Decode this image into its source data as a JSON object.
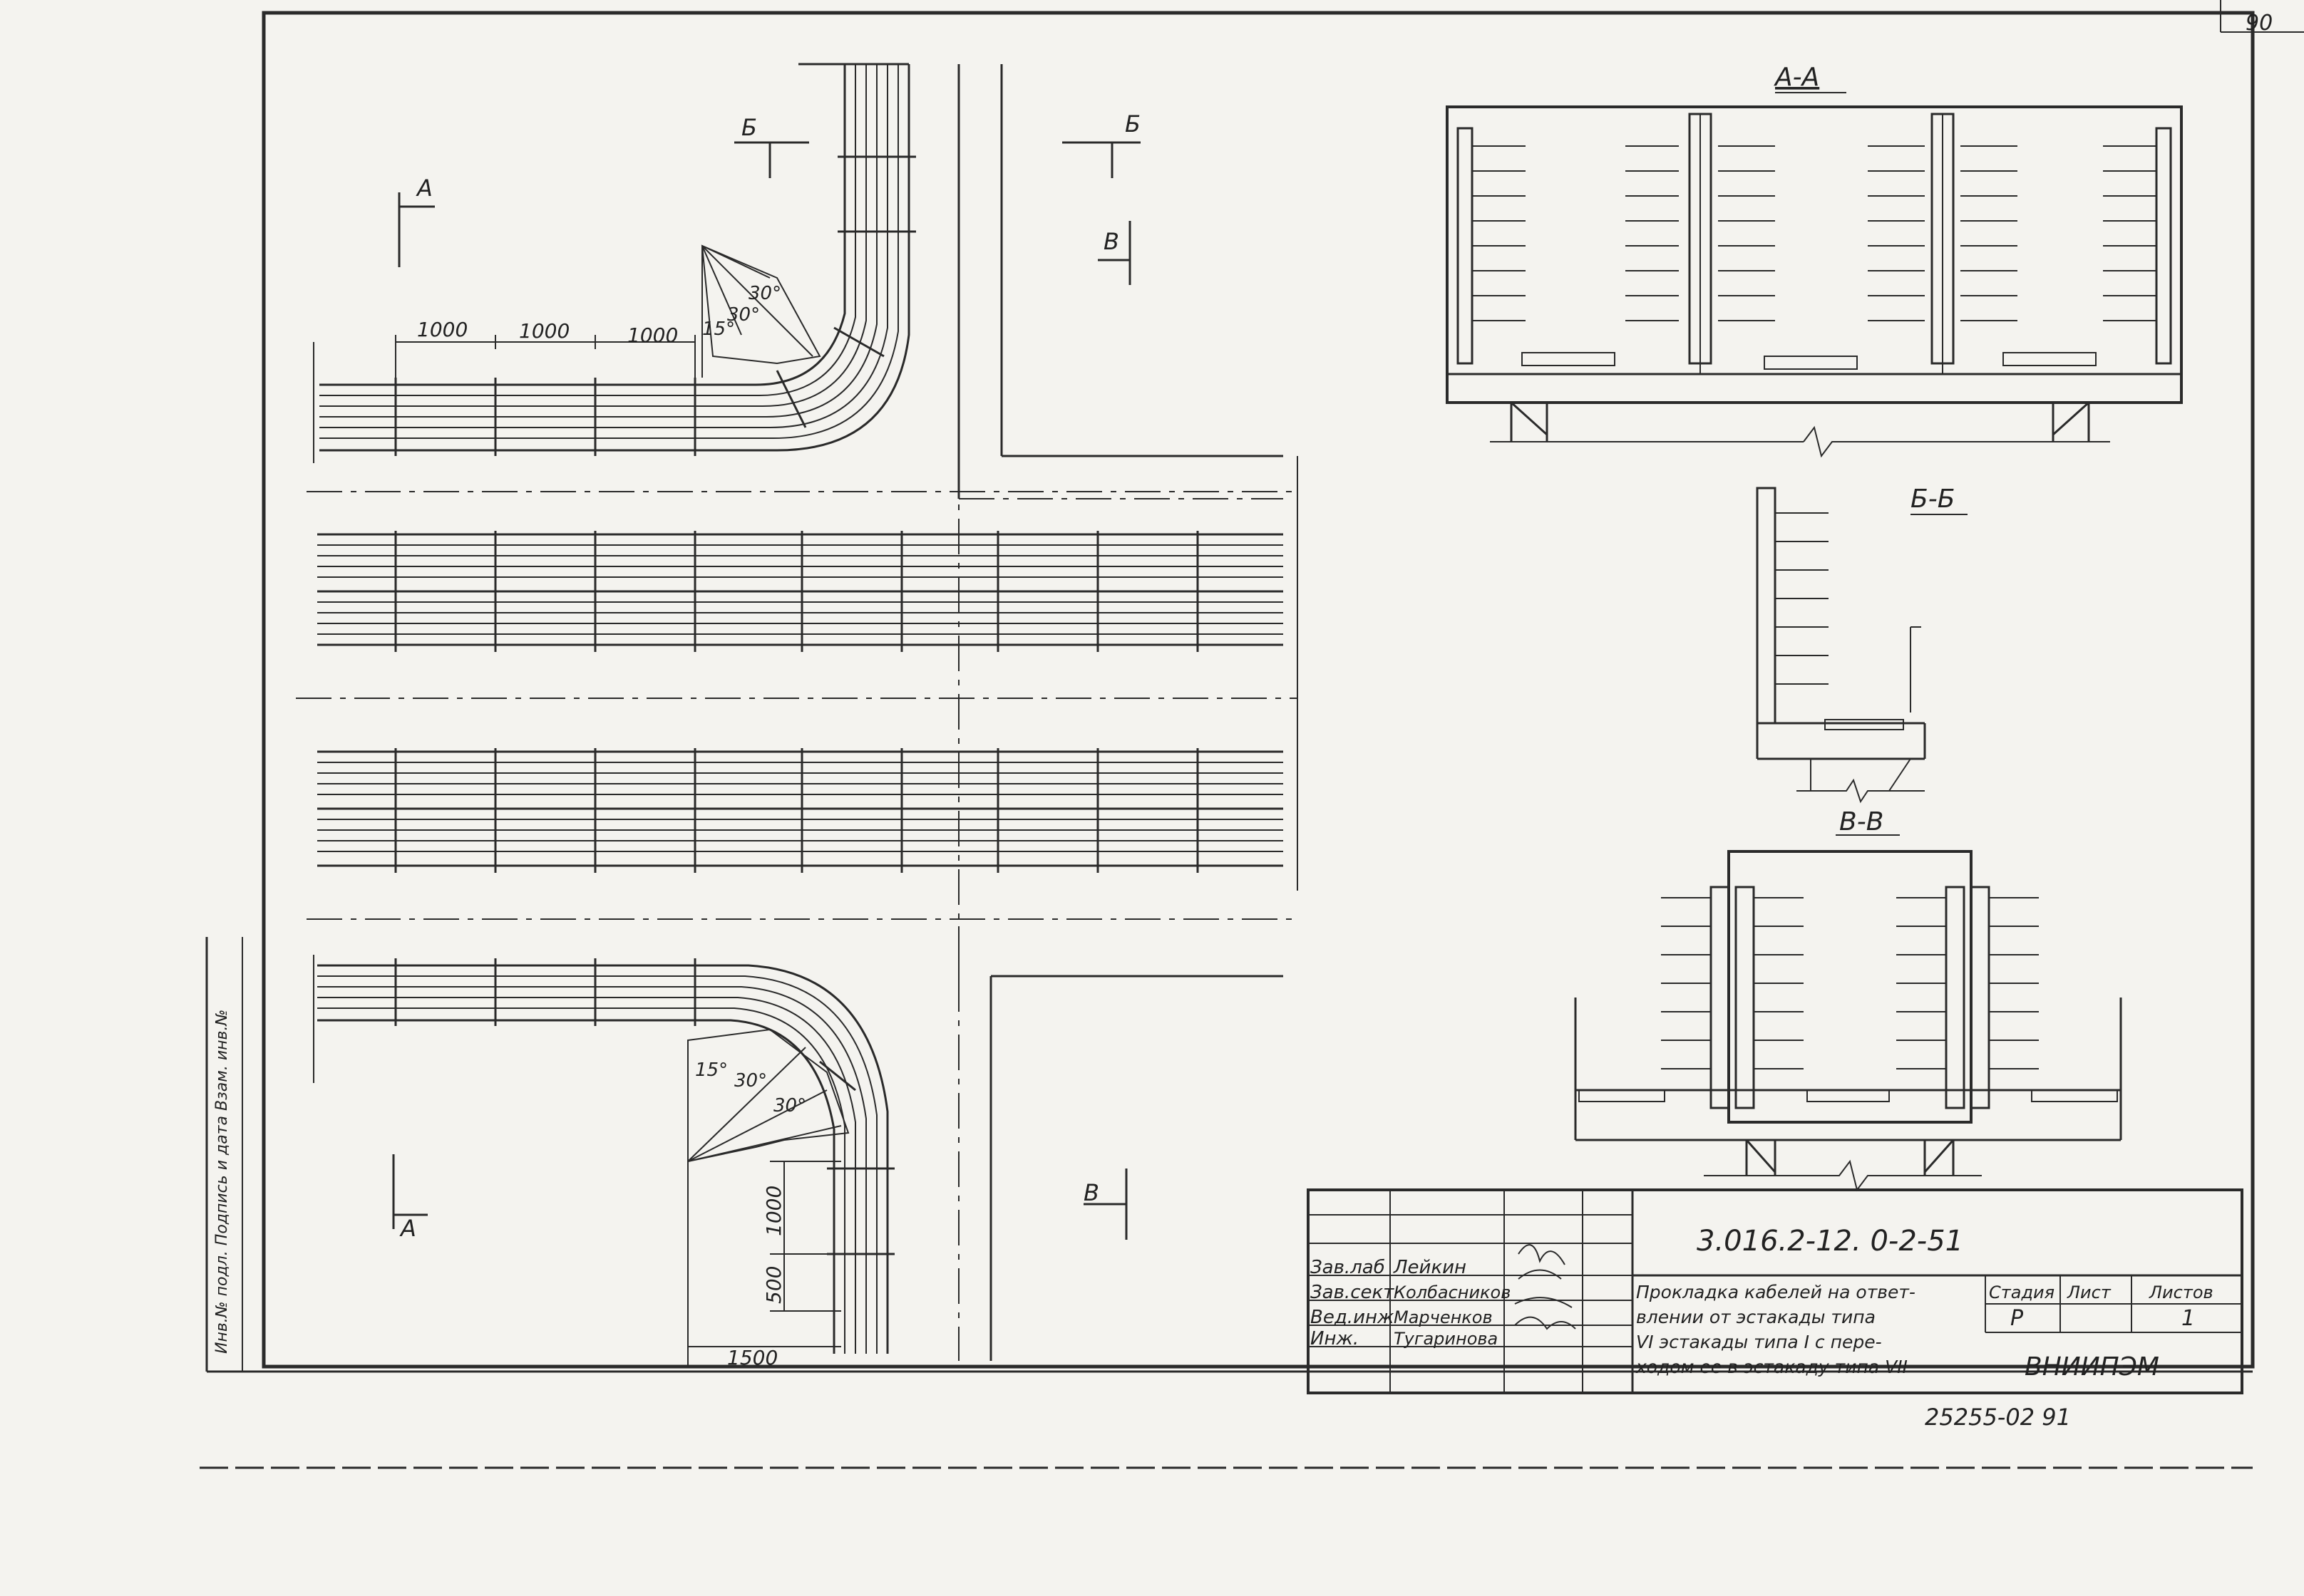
{
  "sheet": {
    "page_number": "90",
    "bottom_code": "25255-02 91",
    "side_stamp": "Инв.№ подл. Подпись и дата Взам. инв.№"
  },
  "sections": {
    "aa": "А-А",
    "bb": "Б-Б",
    "vv": "В-В"
  },
  "cut_marks": {
    "a": "А",
    "b": "Б",
    "v": "В"
  },
  "plan": {
    "dims_top": [
      "1000",
      "1000",
      "1000"
    ],
    "angles_top": [
      "15°",
      "30°",
      "30°"
    ],
    "angles_bottom": [
      "15°",
      "30°",
      "30°"
    ],
    "dim_1000": "1000",
    "dim_500": "500",
    "dim_1500": "1500"
  },
  "title_block": {
    "doc_code": "3.016.2-12. 0-2-51",
    "roles": [
      {
        "role": "Зав.лаб",
        "name": "Лейкин"
      },
      {
        "role": "Зав.сект",
        "name": "Колбасников"
      },
      {
        "role": "Вед.инж",
        "name": "Марченков"
      },
      {
        "role": "Инж.",
        "name": "Тугаринова"
      }
    ],
    "title_lines": [
      "Прокладка кабелей на ответ-",
      "влении от эстакады типа",
      "VI эстакады типа I с пере-",
      "ходом ее в эстакаду типа VII"
    ],
    "col_stage": "Стадия",
    "col_sheet": "Лист",
    "col_sheets": "Листов",
    "stage": "Р",
    "sheets": "1",
    "org": "ВНИИПЭМ"
  }
}
